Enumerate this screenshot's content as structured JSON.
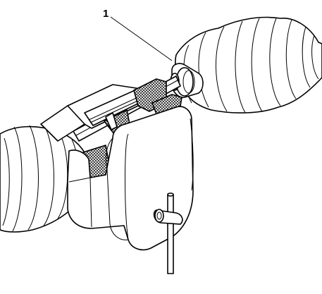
{
  "callout": {
    "number": "1"
  },
  "colors": {
    "ink": "#000000",
    "paper": "#ffffff",
    "mesh": "#000000"
  },
  "components": [
    "right-cv-boot",
    "left-cv-boot",
    "axle-shaft",
    "axle-clamp-housing",
    "clamp-vise",
    "clamp-t-handle"
  ]
}
